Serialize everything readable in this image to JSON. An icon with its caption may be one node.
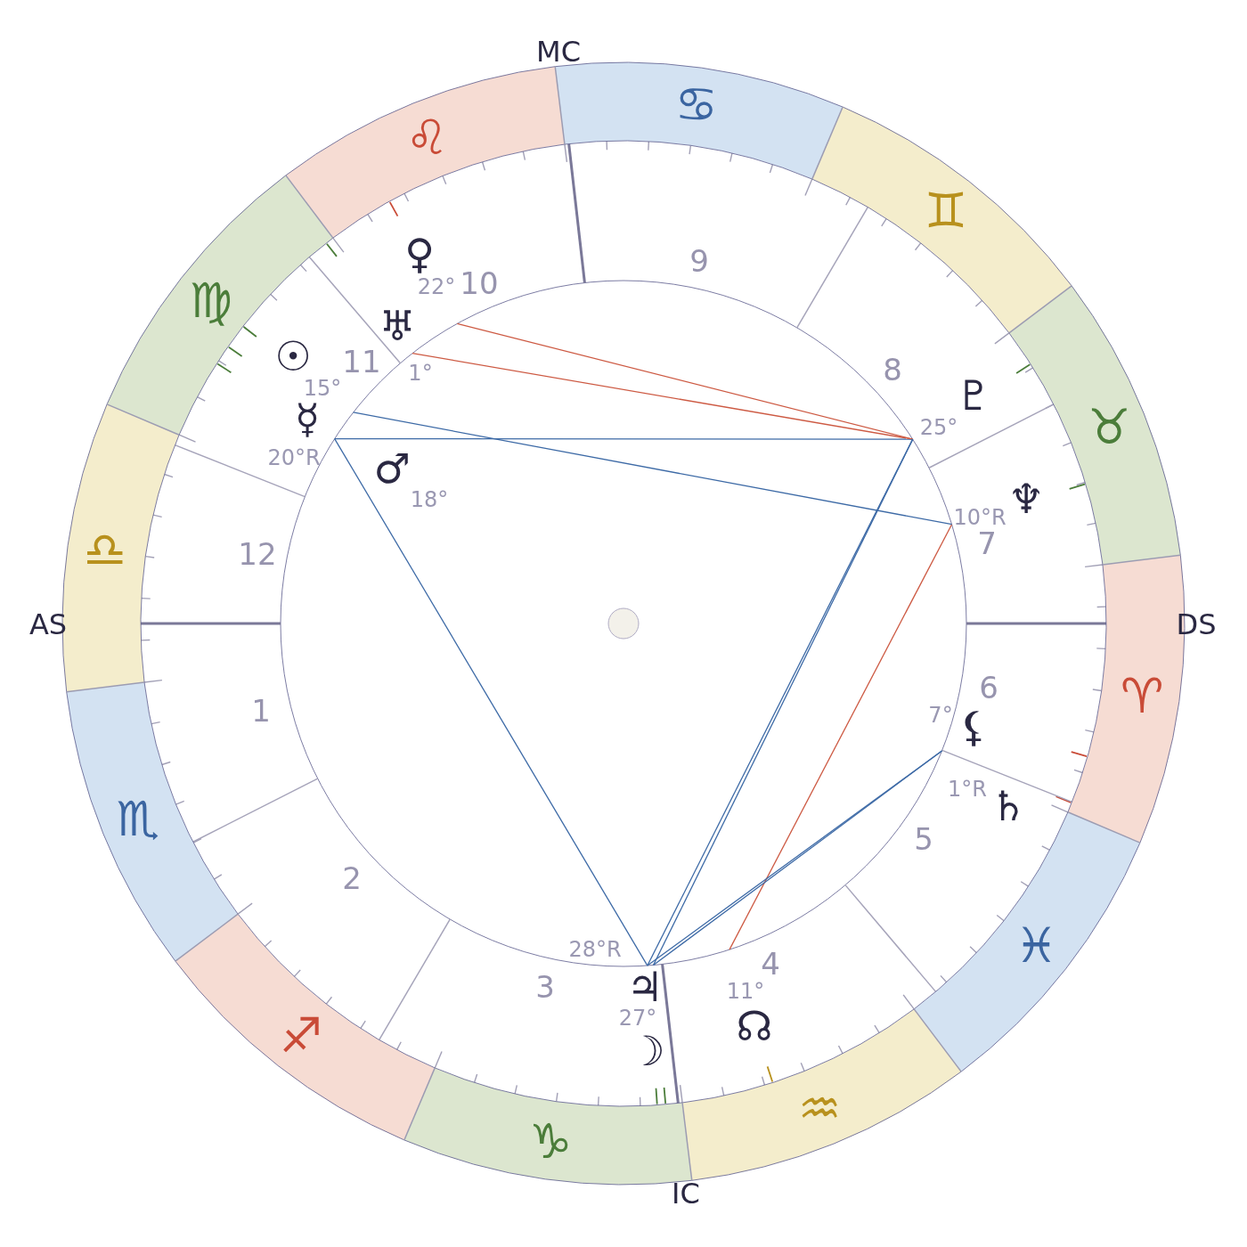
{
  "diagram": {
    "nodes": [
      {
        "text": [
          "♈"
        ]
      },
      {
        "text": [
          "♉"
        ]
      },
      {
        "text": [
          "♊"
        ]
      },
      {
        "text": [
          "♋"
        ]
      },
      {
        "text": [
          "♌"
        ]
      },
      {
        "text": [
          "♍"
        ]
      },
      {
        "text": [
          "♎"
        ]
      },
      {
        "text": [
          "♏"
        ]
      },
      {
        "text": [
          "♐"
        ]
      },
      {
        "text": [
          "♑"
        ]
      },
      {
        "text": [
          "♒"
        ]
      },
      {
        "text": [
          "♓"
        ]
      }
    ],
    "labels": [
      "MC",
      "AS",
      "DS",
      "IC",
      "1",
      "2",
      "3",
      "4",
      "5",
      "6",
      "7",
      "8",
      "9",
      "10",
      "11",
      "12",
      "♀",
      "22°",
      "♅",
      "1°",
      "☉",
      "15°",
      "☿",
      "20°R",
      "♂",
      "18°",
      "♇",
      "25°",
      "♆",
      "10°R",
      "⚸",
      "7°",
      "♄",
      "1°R",
      "♃",
      "28°R",
      "☽",
      "27°",
      "☊",
      "11°"
    ]
  }
}
